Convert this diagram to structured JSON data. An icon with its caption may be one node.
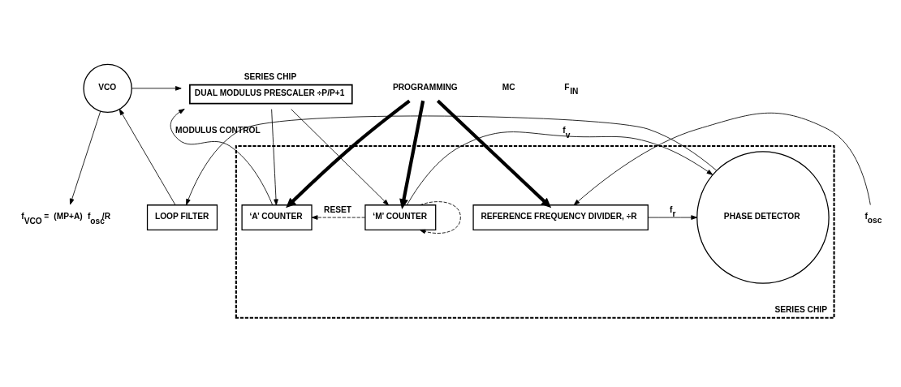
{
  "diagram": {
    "nodes": [
      {
        "text": [
          "VCO"
        ]
      },
      {
        "text": [
          "SERIES CHIP",
          "DUAL MODULUS PRESCALER ÷P/P+1"
        ]
      },
      {
        "text": [
          "SERIES CHIP"
        ]
      },
      {
        "text": [
          "‘A’ COUNTER"
        ],
        "in": 2
      },
      {
        "text": [
          "‘M’ COUNTER"
        ],
        "in": 2
      },
      {
        "text": [
          "PHASE DETECTOR"
        ],
        "in": 2
      },
      {
        "text": [
          "REFERENCE FREQUENCY DIVIDER, ÷R"
        ],
        "in": 2
      },
      {
        "text": [
          "LOOP FILTER"
        ]
      },
      {
        "text": [
          "PROGRAMMING"
        ]
      },
      {
        "text": [
          "f$_{osc}$"
        ]
      },
      {
        "text": [
          "f$_{VCO}$ = (MP+A) f$_{osc}$/R"
        ]
      }
    ],
    "edges": [
      {
        "from": 0,
        "to": 1,
        "arrow": "to"
      },
      {
        "from": 0,
        "to": 10,
        "arrow": "to"
      },
      {
        "from": 3,
        "to": 1,
        "arrow": "to",
        "label": "MODULUS CONTROL"
      },
      {
        "from": 1,
        "to": 3,
        "arrow": "to"
      },
      {
        "from": 1,
        "to": 4,
        "arrow": "to"
      },
      {
        "from": 4,
        "to": 5,
        "arrow": "to",
        "label": "f$_{v}$"
      },
      {
        "from": 6,
        "to": 5,
        "arrow": "to",
        "label": "f$_{r}$"
      },
      {
        "from": 9,
        "to": 6,
        "arrow": "to"
      },
      {
        "from": 8,
        "to": 3,
        "arrow": "to",
        "style": "thick"
      },
      {
        "from": 8,
        "to": 4,
        "arrow": "to",
        "style": "thick"
      },
      {
        "from": 8,
        "to": 6,
        "arrow": "to",
        "style": "thick"
      },
      {
        "from": 4,
        "to": 3,
        "arrow": "to",
        "style": "dashed",
        "label": "RESET"
      },
      {
        "from": 4,
        "to": 4,
        "arrow": "to",
        "style": "dashed"
      },
      {
        "from": 5,
        "to": 7,
        "arrow": "to"
      },
      {
        "from": 7,
        "to": 0,
        "arrow": "to"
      }
    ],
    "labels": [
      "MC",
      "F$_{IN}$"
    ]
  }
}
